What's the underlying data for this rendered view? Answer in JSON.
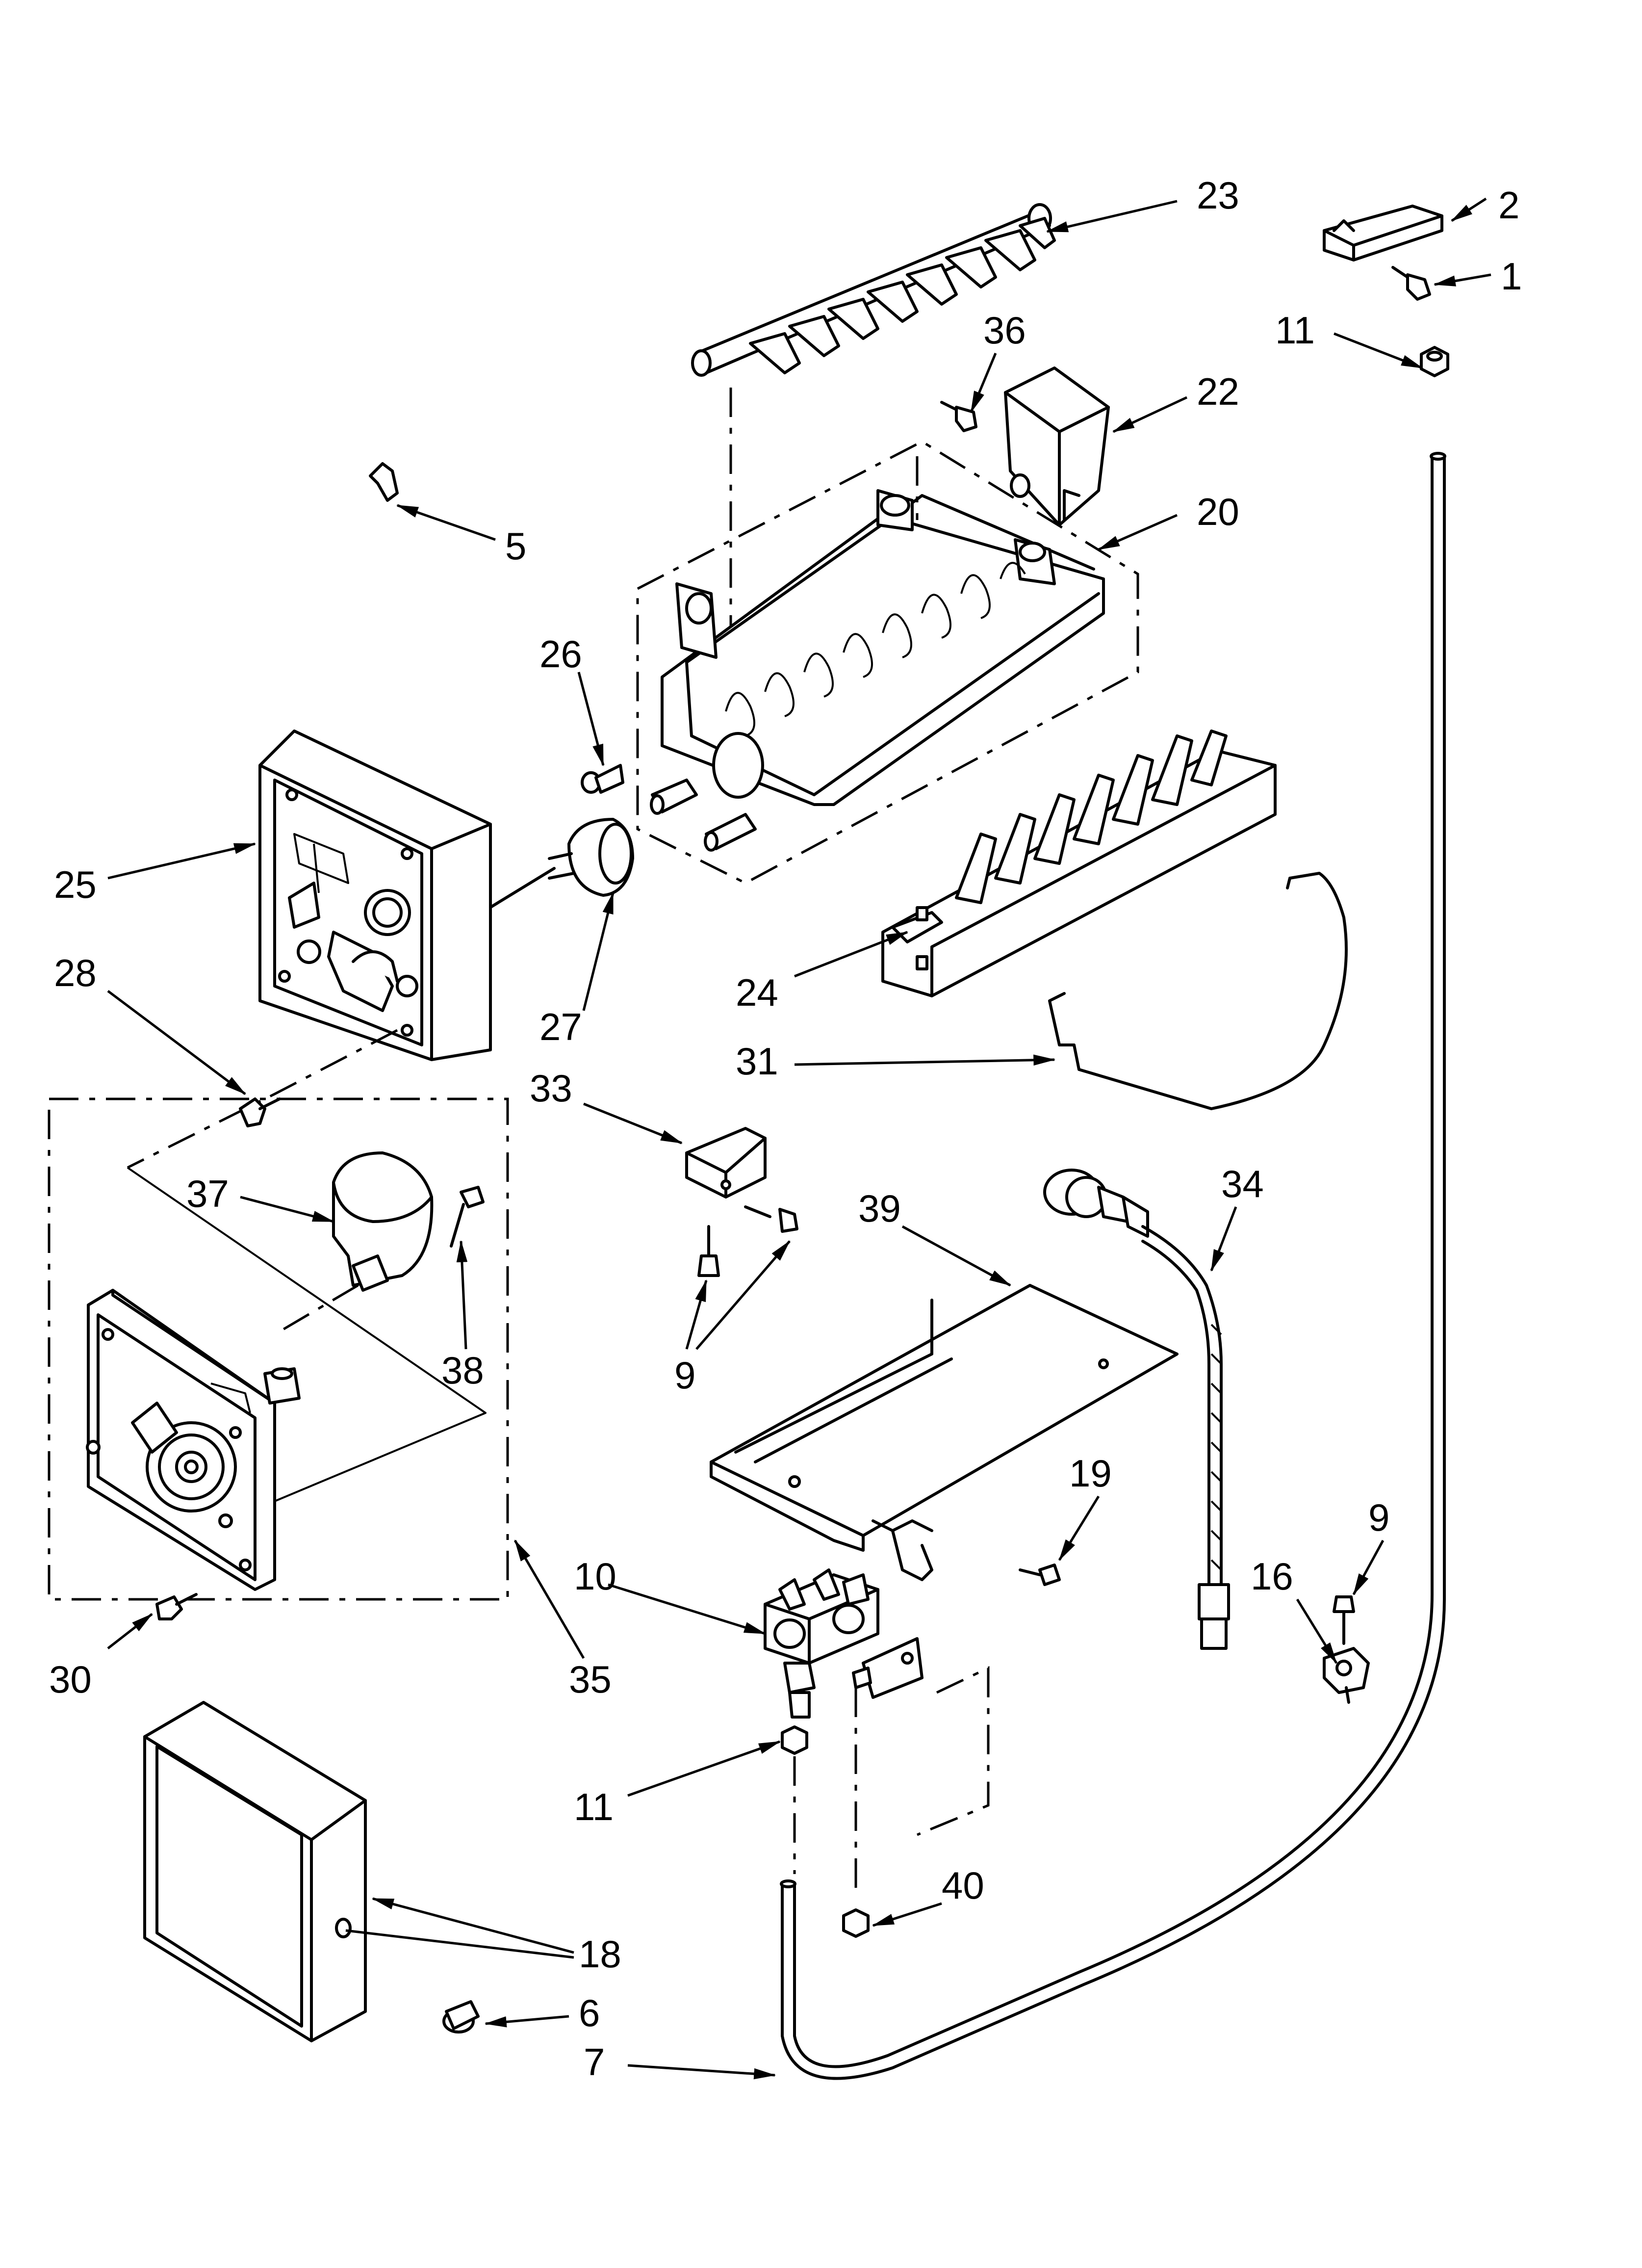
{
  "callouts": {
    "c1": "1",
    "c2": "2",
    "c5": "5",
    "c6": "6",
    "c7": "7",
    "c9a": "9",
    "c9b": "9",
    "c10": "10",
    "c11a": "11",
    "c11b": "11",
    "c16": "16",
    "c18": "18",
    "c19": "19",
    "c20": "20",
    "c22": "22",
    "c23": "23",
    "c24": "24",
    "c25": "25",
    "c26": "26",
    "c27": "27",
    "c28": "28",
    "c30": "30",
    "c31": "31",
    "c33": "33",
    "c34": "34",
    "c35": "35",
    "c36": "36",
    "c37": "37",
    "c38": "38",
    "c39": "39",
    "c40": "40"
  }
}
